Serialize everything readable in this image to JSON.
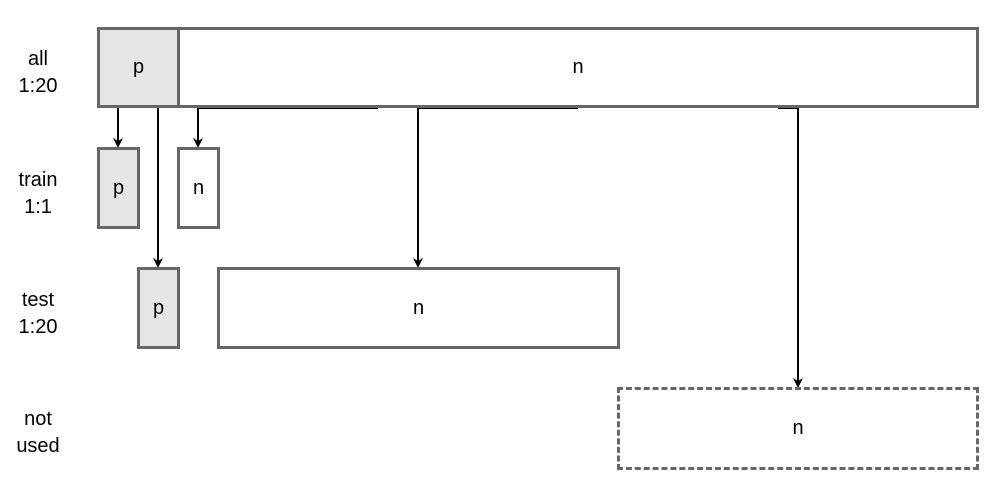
{
  "rows": {
    "all": {
      "name": "all",
      "ratio": "1:20"
    },
    "train": {
      "name": "train",
      "ratio": "1:1"
    },
    "test": {
      "name": "test",
      "ratio": "1:20"
    },
    "not_used": {
      "name": "not",
      "ratio": "used"
    }
  },
  "boxes": {
    "all_p": "p",
    "all_n": "n",
    "train_p": "p",
    "train_n": "n",
    "test_p": "p",
    "test_n": "n",
    "unused_n": "n"
  },
  "colors": {
    "border": "#666666",
    "positive_fill": "#e6e6e6",
    "negative_fill": "#ffffff",
    "arrow": "#000000"
  }
}
